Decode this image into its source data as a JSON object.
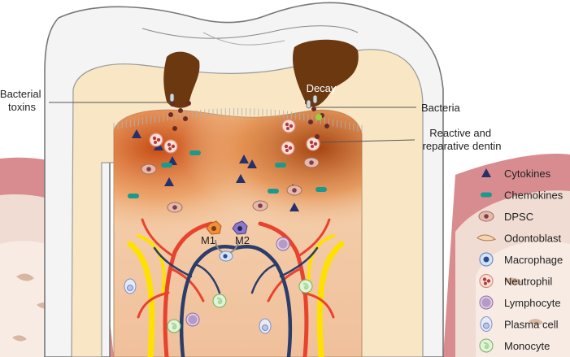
{
  "labels": {
    "bacterial_toxins": [
      "Bacterial",
      "toxins"
    ],
    "decay": "Decay",
    "bacteria": "Bacteria",
    "reactive_dentin": [
      "Reactive and",
      "reparative dentin"
    ],
    "m1": "M1",
    "m2": "M2"
  },
  "legend": [
    {
      "label": "Cytokines",
      "icon": "triangle-icon",
      "color": "#26306b"
    },
    {
      "label": "Chemokines",
      "icon": "capsule-icon",
      "color": "#1a9a8c"
    },
    {
      "label": "DPSC",
      "icon": "dpsc-cell-icon",
      "color": "#e8b9a8"
    },
    {
      "label": "Odontoblast",
      "icon": "odontoblast-icon",
      "color": "#f2d6b3"
    },
    {
      "label": "Macrophage",
      "icon": "macrophage-icon",
      "color": "#6c8fc9"
    },
    {
      "label": "Neutrophil",
      "icon": "neutrophil-icon",
      "color": "#e08a7a"
    },
    {
      "label": "Lymphocyte",
      "icon": "lymphocyte-icon",
      "color": "#b59ac6"
    },
    {
      "label": "Plasma cell",
      "icon": "plasma-cell-icon",
      "color": "#b9c4e6"
    },
    {
      "label": "Monocyte",
      "icon": "monocyte-icon",
      "color": "#a8d79a"
    }
  ],
  "colors": {
    "gum": "#d98c8f",
    "enamel": "#f4f4f4",
    "dentin": "#f9e6c4",
    "pulp": "#f3c9a3",
    "decay": "#6b3810",
    "inflammation": "#c0521a",
    "artery": "#e8432e",
    "vein": "#2b3d6b",
    "nerve": "#ffe100"
  }
}
